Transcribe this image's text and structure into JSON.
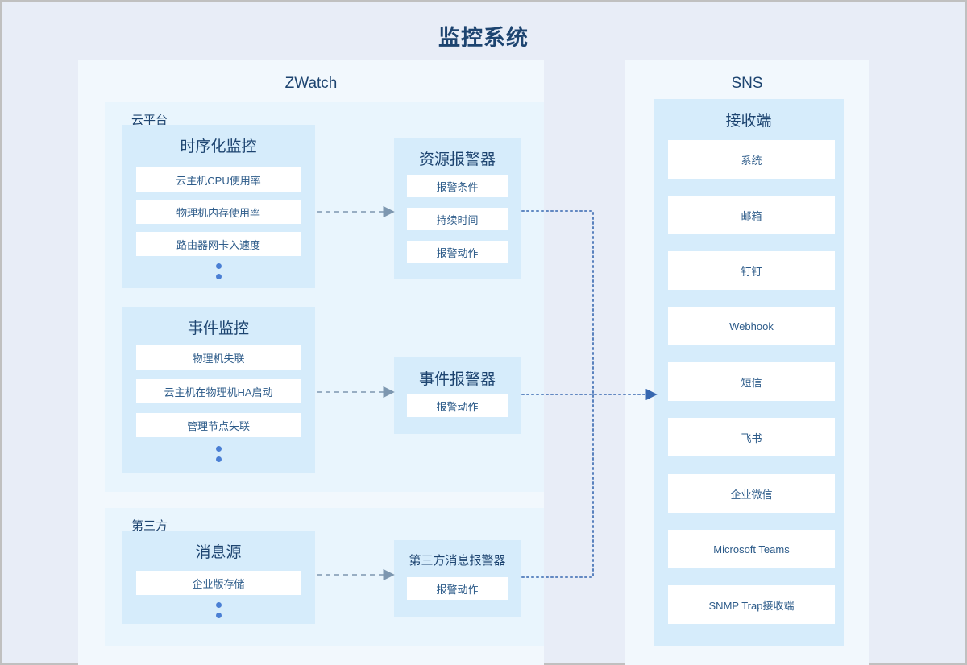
{
  "title": "监控系统",
  "zwatch": {
    "label": "ZWatch",
    "cloud_platform": {
      "label": "云平台",
      "timeseries_card": {
        "title": "时序化监控",
        "items": [
          "云主机CPU使用率",
          "物理机内存使用率",
          "路由器网卡入速度"
        ],
        "ellipsis": true
      },
      "event_card": {
        "title": "事件监控",
        "items": [
          "物理机失联",
          "云主机在物理机HA启动",
          "管理节点失联"
        ],
        "ellipsis": true
      },
      "resource_alarm_card": {
        "title": "资源报警器",
        "items": [
          "报警条件",
          "持续时间",
          "报警动作"
        ]
      },
      "event_alarm_card": {
        "title": "事件报警器",
        "items": [
          "报警动作"
        ]
      }
    },
    "third_party": {
      "label": "第三方",
      "message_source_card": {
        "title": "消息源",
        "items": [
          "企业版存储"
        ],
        "ellipsis": true
      },
      "third_party_alarm_card": {
        "title": "第三方消息报警器",
        "items": [
          "报警动作"
        ]
      }
    }
  },
  "sns": {
    "label": "SNS",
    "receiver_card": {
      "title": "接收端",
      "items": [
        "系统",
        "邮箱",
        "钉钉",
        "Webhook",
        "短信",
        "飞书",
        "企业微信",
        "Microsoft Teams",
        "SNMP Trap接收端"
      ]
    }
  },
  "colors": {
    "background": "#e8edf7",
    "outer_panel": "#f2f8fd",
    "sub_panel": "#e9f5fd",
    "card": "#d6ecfb",
    "item": "#ffffff",
    "title_text": "#1d4470",
    "item_text": "#2e5c8a",
    "dashed_arrow": "#7d97b0",
    "dotted_line": "#3667b0",
    "ellipsis_dot": "#4a7fd4"
  }
}
